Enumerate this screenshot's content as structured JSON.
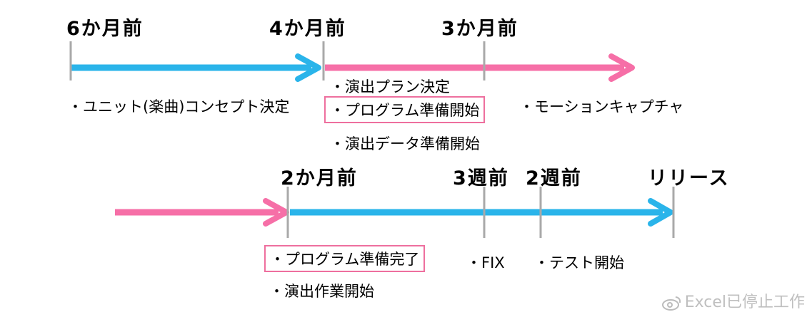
{
  "colors": {
    "blue": "#2ab4ea",
    "pink": "#f66fa7",
    "tick": "#a9a9a9",
    "box_border": "#ee6f9e"
  },
  "row1": {
    "milestones": [
      "6か月前",
      "4か月前",
      "3か月前"
    ],
    "tasks": {
      "m6": "・ユニット(楽曲)コンセプト決定",
      "m4_plan": "・演出プラン決定",
      "m4_program": "・プログラム準備開始",
      "m4_data": "・演出データ準備開始",
      "m3": "・モーションキャプチャ"
    }
  },
  "row2": {
    "milestones": [
      "2か月前",
      "3週前",
      "2週前",
      "リリース"
    ],
    "tasks": {
      "m2_program": "・プログラム準備完了",
      "m2_work": "・演出作業開始",
      "w3": "・FIX",
      "w2": "・テスト開始"
    }
  },
  "watermark": {
    "icon": "weibo-icon",
    "text": "Excel已停止工作"
  }
}
